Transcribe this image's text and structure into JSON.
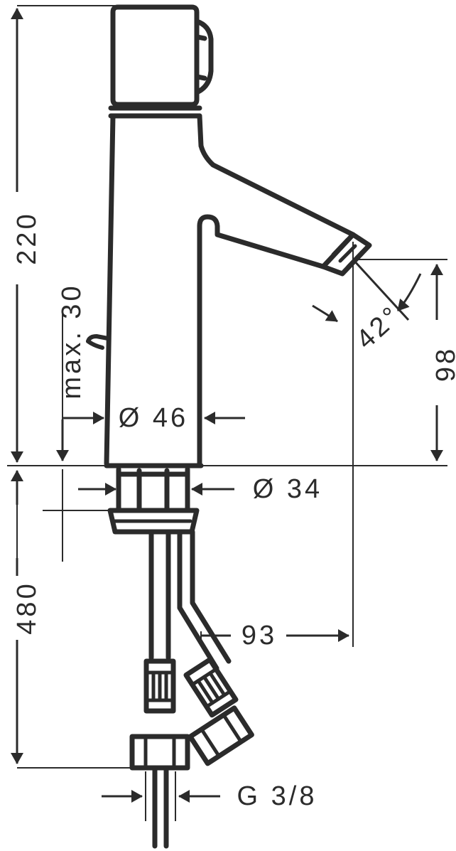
{
  "drawing": {
    "type": "technical-dimension-drawing",
    "subject": "single-lever basin mixer tap",
    "view": "side elevation",
    "background_color": "#ffffff",
    "line_color": "#2b2b2b",
    "units": "mm"
  },
  "dimensions": {
    "total_height_above_deck": {
      "label": "220",
      "orientation": "vertical-rotated",
      "side": "left"
    },
    "handle_clearance": {
      "label": "max. 30",
      "orientation": "vertical-rotated",
      "side": "left-inner"
    },
    "body_diameter": {
      "label": "Ø 46",
      "orientation": "horizontal"
    },
    "base_diameter": {
      "label": "Ø 34",
      "orientation": "horizontal"
    },
    "spout_angle": {
      "label": "42°",
      "orientation": "angled"
    },
    "spout_height": {
      "label": "98",
      "orientation": "vertical-rotated",
      "side": "right"
    },
    "total_length_below_deck": {
      "label": "480",
      "orientation": "vertical-rotated",
      "side": "left"
    },
    "spout_projection": {
      "label": "93",
      "orientation": "horizontal"
    },
    "thread_size": {
      "label": "G 3/8",
      "orientation": "horizontal"
    }
  },
  "labels": [
    {
      "id": "dim-220",
      "text": "220"
    },
    {
      "id": "dim-max30",
      "text": "max. 30"
    },
    {
      "id": "dim-d46",
      "text": "Ø 46"
    },
    {
      "id": "dim-d34",
      "text": "Ø 34"
    },
    {
      "id": "dim-42deg",
      "text": "42°"
    },
    {
      "id": "dim-98",
      "text": "98"
    },
    {
      "id": "dim-480",
      "text": "480"
    },
    {
      "id": "dim-93",
      "text": "93"
    },
    {
      "id": "dim-g38",
      "text": "G 3/8"
    }
  ]
}
